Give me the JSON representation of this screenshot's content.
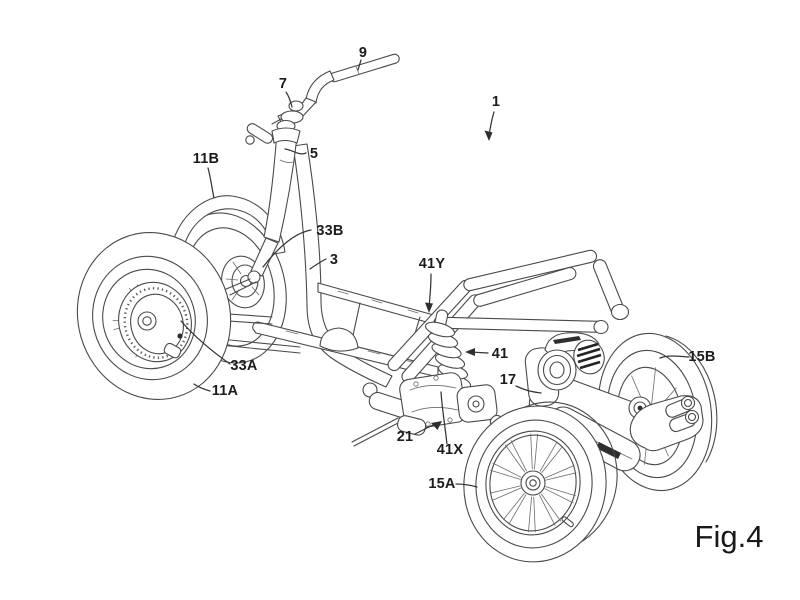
{
  "figure": {
    "caption": "Fig.4",
    "drawing_type": "patent line drawing",
    "subject": "four-wheeled tilting vehicle, perspective view",
    "labels": {
      "ref1": "1",
      "ref3": "3",
      "ref5": "5",
      "ref7": "7",
      "ref9": "9",
      "ref11A": "11A",
      "ref11B": "11B",
      "ref15A": "15A",
      "ref15B": "15B",
      "ref17": "17",
      "ref21": "21",
      "ref33A": "33A",
      "ref33B": "33B",
      "ref41": "41",
      "ref41X": "41X",
      "ref41Y": "41Y"
    },
    "colors": {
      "ink": "#4a4a4a",
      "label_text": "#1c1c1c",
      "background": "#ffffff"
    }
  }
}
